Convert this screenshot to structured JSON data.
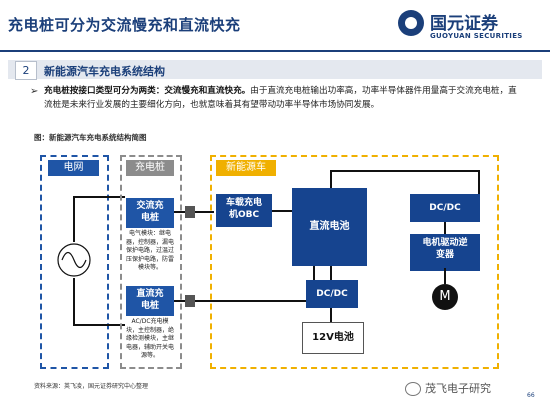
{
  "header": {
    "title": "充电桩可分为交流慢充和直流快充",
    "logo_cn": "国元证券",
    "logo_en": "GUOYUAN SECURITIES"
  },
  "section": {
    "num": "2",
    "title": "新能源汽车充电系统结构"
  },
  "bullet": {
    "bold": "充电桩按接口类型可分为两类：交流慢充和直流快充。",
    "text": "由于直流充电桩输出功率高，功率半导体器件用量高于交流充电桩，直流桩是未来行业发展的主要细化方向，也就意味着其有望带动功率半导体市场协同发展。"
  },
  "figure": {
    "caption": "图：新能源汽车充电系统结构简图",
    "grid_label": "电网",
    "charger_label": "充电桩",
    "ev_label": "新能源车",
    "ac_pile": "交流充\n电桩",
    "ac_note": "电气模块：继电器，控制器，漏电保护电路，过温过压保护电路，防雷模块等。",
    "dc_pile": "直流充\n电桩",
    "dc_note": "AC/DC充电模块，主控制器，绝缘检测模块，主继电器，辅助开关电源等。",
    "obc": "车载充电\n机OBC",
    "battery": "直流电池",
    "dcdc_top": "DC/DC",
    "dcdc_mid": "DC/DC",
    "inverter": "电机驱动逆\n变器",
    "battery12": "12V电池",
    "motor": "M",
    "colors": {
      "grid": "#1f55a6",
      "charger": "#8c8c8c",
      "ev": "#f0b000",
      "block": "#1f55a6"
    }
  },
  "source": "资料来源：英飞凌，国元证券研究中心整理",
  "watermark": "茂飞电子研究",
  "page_num": "66"
}
